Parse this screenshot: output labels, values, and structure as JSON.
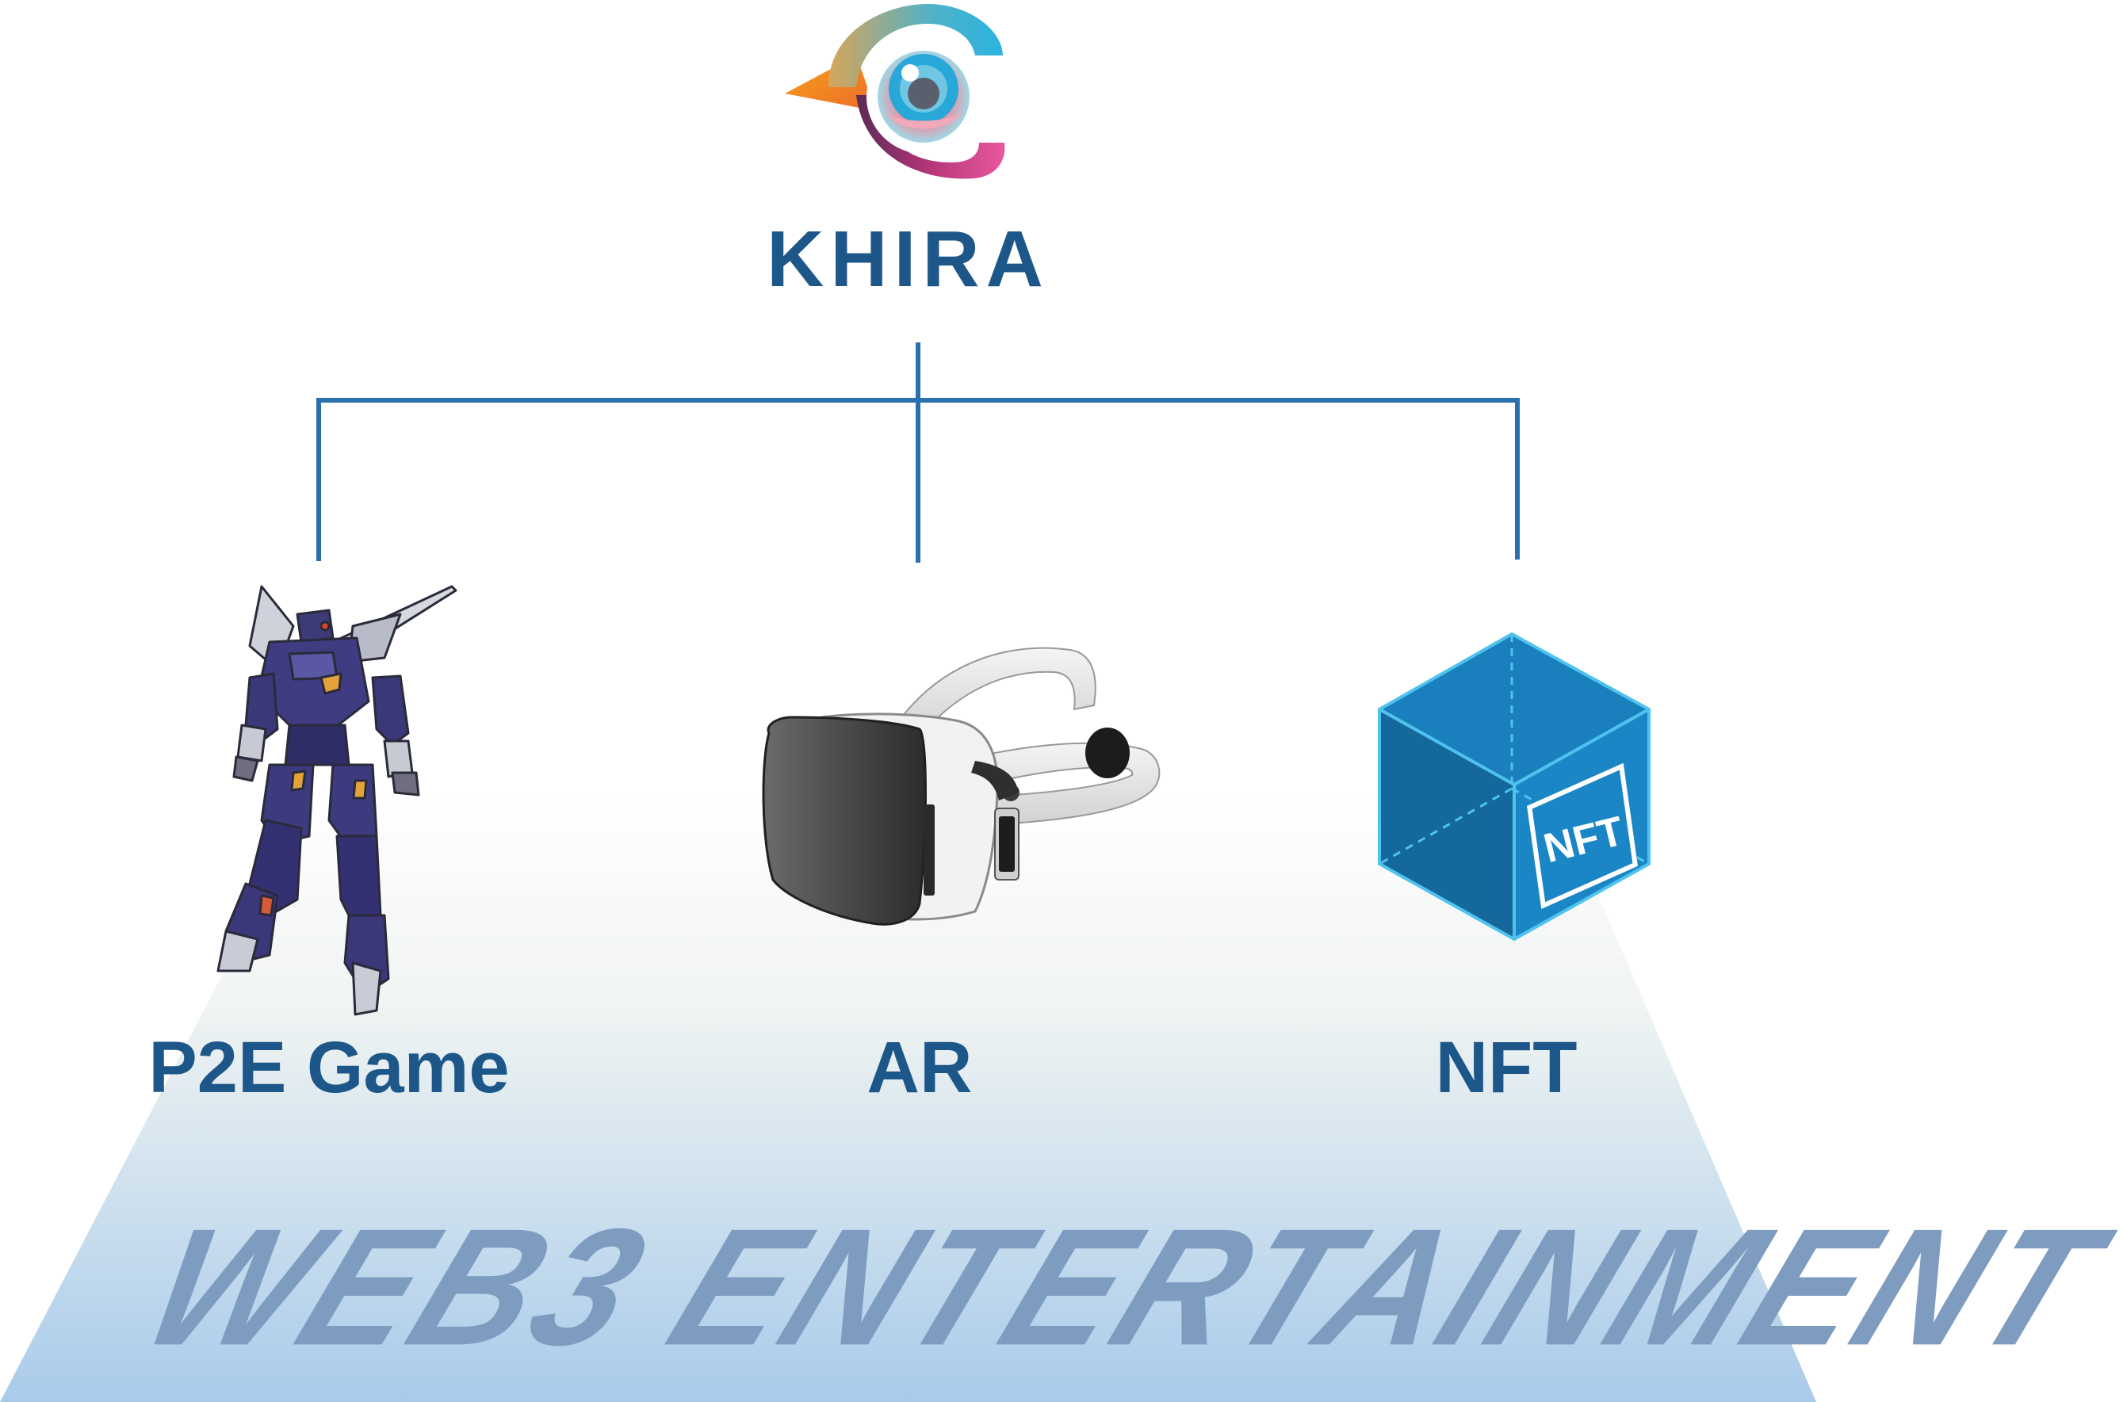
{
  "brand": {
    "name": "KHIRA",
    "logo_icon": "eye-logo-icon"
  },
  "items": [
    {
      "label": "P2E Game",
      "icon": "robot-mech-icon"
    },
    {
      "label": "AR",
      "icon": "vr-headset-icon"
    },
    {
      "label": "NFT",
      "icon": "nft-cube-icon",
      "badge_text": "NFT"
    }
  ],
  "base_text": "WEB3 ENTERTAINMENT",
  "colors": {
    "primary_text": "#1d5789",
    "connector": "#2a6fae",
    "base_text": "#7e9cc0",
    "platform_bottom": "#a9cbea",
    "cube_blue": "#1a7fbd"
  }
}
